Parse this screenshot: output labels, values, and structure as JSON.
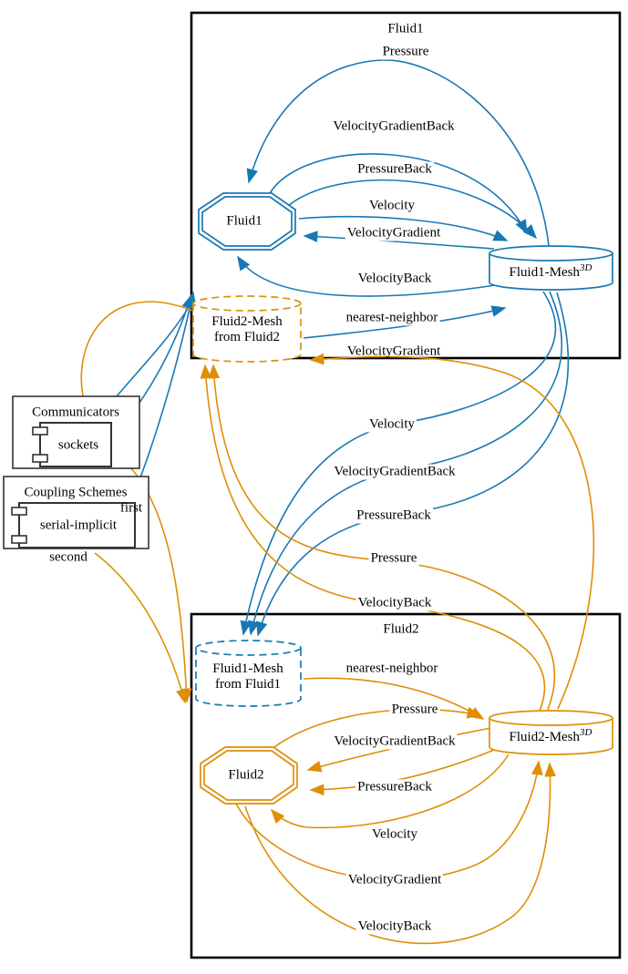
{
  "colors": {
    "fluid1_blue": "#1878b4",
    "fluid2_orange": "#de8f05",
    "participant_border": "#000000",
    "component_border": "#333333",
    "background": "#ffffff"
  },
  "diagram": {
    "participants": [
      {
        "title": "Fluid1",
        "solver": "Fluid1",
        "mesh": "Fluid1-Mesh",
        "mesh_sup": "3D",
        "remote_mesh_line1": "Fluid2-Mesh",
        "remote_mesh_line2": "from Fluid2"
      },
      {
        "title": "Fluid2",
        "solver": "Fluid2",
        "mesh": "Fluid2-Mesh",
        "mesh_sup": "3D",
        "remote_mesh_line1": "Fluid1-Mesh",
        "remote_mesh_line2": "from Fluid1"
      }
    ],
    "communicators": {
      "title": "Communicators",
      "items": [
        {
          "label": "sockets"
        }
      ]
    },
    "coupling_schemes": {
      "title": "Coupling Schemes",
      "items": [
        {
          "label": "serial-implicit"
        }
      ],
      "order_labels": [
        {
          "label": "first"
        },
        {
          "label": "second"
        }
      ]
    },
    "edges": [
      {
        "from": "Fluid1-Mesh3D",
        "to": "Fluid1",
        "label": "Pressure",
        "color": "#1878b4",
        "kind": "read"
      },
      {
        "from": "Fluid1",
        "to": "Fluid1-Mesh3D",
        "label": "VelocityGradientBack",
        "color": "#1878b4",
        "kind": "write"
      },
      {
        "from": "Fluid1",
        "to": "Fluid1-Mesh3D",
        "label": "PressureBack",
        "color": "#1878b4",
        "kind": "write"
      },
      {
        "from": "Fluid1",
        "to": "Fluid1-Mesh3D",
        "label": "Velocity",
        "color": "#1878b4",
        "kind": "write"
      },
      {
        "from": "Fluid1-Mesh3D",
        "to": "Fluid1",
        "label": "VelocityGradient",
        "color": "#1878b4",
        "kind": "read"
      },
      {
        "from": "Fluid1-Mesh3D",
        "to": "Fluid1",
        "label": "VelocityBack",
        "color": "#1878b4",
        "kind": "read"
      },
      {
        "from": "Fluid2-Mesh from Fluid2",
        "to": "Fluid1-Mesh3D",
        "label": "nearest-neighbor",
        "color": "#1878b4",
        "kind": "mapping"
      },
      {
        "from": "Fluid2-Mesh3D",
        "to": "Fluid2-Mesh from Fluid2",
        "label": "VelocityGradient",
        "color": "#de8f05",
        "kind": "exchange"
      },
      {
        "from": "Fluid1-Mesh3D",
        "to": "Fluid1-Mesh from Fluid1",
        "label": "Velocity",
        "color": "#1878b4",
        "kind": "exchange"
      },
      {
        "from": "Fluid1-Mesh3D",
        "to": "Fluid1-Mesh from Fluid1",
        "label": "VelocityGradientBack",
        "color": "#1878b4",
        "kind": "exchange"
      },
      {
        "from": "Fluid1-Mesh3D",
        "to": "Fluid1-Mesh from Fluid1",
        "label": "PressureBack",
        "color": "#1878b4",
        "kind": "exchange"
      },
      {
        "from": "Fluid2-Mesh3D",
        "to": "Fluid2-Mesh from Fluid2",
        "label": "Pressure",
        "color": "#de8f05",
        "kind": "exchange"
      },
      {
        "from": "Fluid2-Mesh3D",
        "to": "Fluid2-Mesh from Fluid2",
        "label": "VelocityBack",
        "color": "#de8f05",
        "kind": "exchange"
      },
      {
        "from": "Fluid1-Mesh from Fluid1",
        "to": "Fluid2-Mesh3D",
        "label": "nearest-neighbor",
        "color": "#de8f05",
        "kind": "mapping"
      },
      {
        "from": "Fluid2",
        "to": "Fluid2-Mesh3D",
        "label": "Pressure",
        "color": "#de8f05",
        "kind": "write"
      },
      {
        "from": "Fluid2-Mesh3D",
        "to": "Fluid2",
        "label": "VelocityGradientBack",
        "color": "#de8f05",
        "kind": "read"
      },
      {
        "from": "Fluid2-Mesh3D",
        "to": "Fluid2",
        "label": "PressureBack",
        "color": "#de8f05",
        "kind": "read"
      },
      {
        "from": "Fluid2-Mesh3D",
        "to": "Fluid2",
        "label": "Velocity",
        "color": "#de8f05",
        "kind": "read"
      },
      {
        "from": "Fluid2",
        "to": "Fluid2-Mesh3D",
        "label": "VelocityGradient",
        "color": "#de8f05",
        "kind": "write"
      },
      {
        "from": "Fluid2",
        "to": "Fluid2-Mesh3D",
        "label": "VelocityBack",
        "color": "#de8f05",
        "kind": "write"
      }
    ]
  }
}
